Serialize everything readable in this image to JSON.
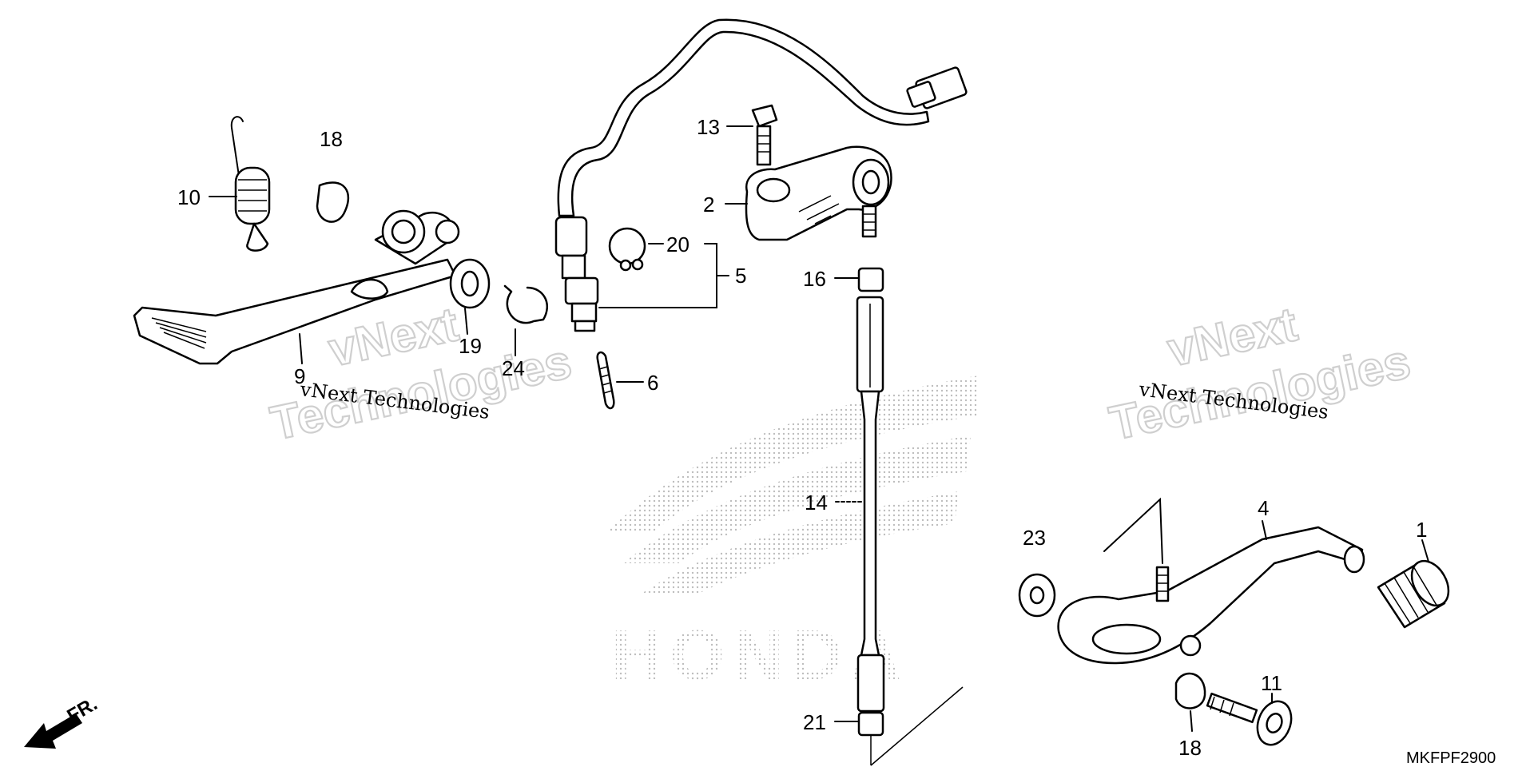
{
  "callouts": {
    "c1": "1",
    "c2": "2",
    "c4": "4",
    "c5": "5",
    "c6": "6",
    "c9": "9",
    "c10": "10",
    "c11": "11",
    "c13": "13",
    "c14": "14",
    "c16": "16",
    "c18a": "18",
    "c18b": "18",
    "c19": "19",
    "c20": "20",
    "c21": "21",
    "c23": "23",
    "c24": "24"
  },
  "watermark": {
    "line1": "vNext",
    "line2": "Technologies",
    "caption": "vNext Technologies"
  },
  "background_logo": "HONDA",
  "direction_label": "FR.",
  "diagram_code": "MKFPF2900",
  "colors": {
    "ink": "#000000",
    "watermark": "#cfcfcf",
    "logo_dots": "#bdbdbd"
  }
}
